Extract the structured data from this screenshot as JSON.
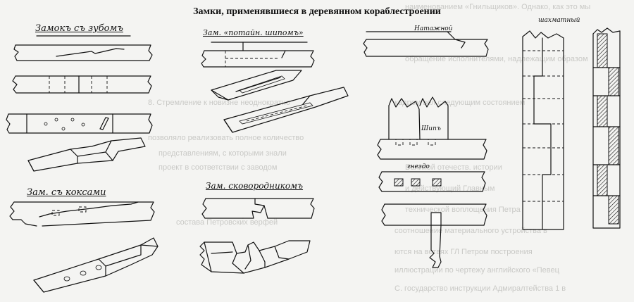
{
  "title": "Замки, применявшиеся в деревянном кораблестроении",
  "labels": {
    "teeth": "Замокъ съ зубомъ",
    "hidden_spike": "Зам. «потайн. шипомъ»",
    "nataznoy": "Натажной",
    "shakhmatny": "шахматный",
    "koksy": "Зам. съ коксами",
    "skovorodnik": "Зам. сковородникомъ",
    "ship": "Шипъ",
    "gnezdo": "гнездо"
  },
  "background_text": [
    "наименованием «Гнильщиков». Однако, как это мы",
    "обращение исполнителями, надлежащим образом",
    "8. Стремление к новизне неоднократно",
    "кадром вел следующим состоянием",
    "позволяло реализовать полное количество",
    "представлениям, с которыми знали",
    "проект в соответствии с заводом",
    "Великой отечеств. истории",
    "и действующий Главным",
    "технической воплощения Петра",
    "состава Петровских верфей",
    "соотношение материального устройства в",
    "ются на ветвях ГЛ Петром построения",
    "иллюстрации по чертежу английского «Певец",
    "С. государство инструкции Адмиралтейства 1 в"
  ]
}
